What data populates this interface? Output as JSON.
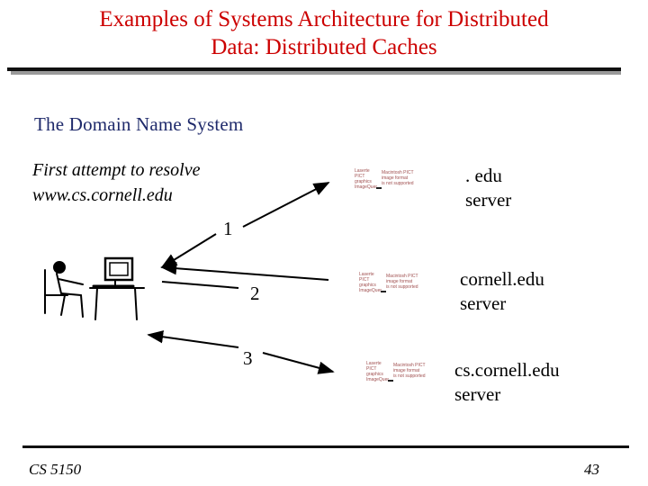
{
  "slide": {
    "title_line1": "Examples of Systems Architecture for Distributed",
    "title_line2": "Data: Distributed Caches",
    "subtitle": "The Domain Name System",
    "caption_line1": "First attempt to resolve",
    "caption_line2": "www.cs.cornell.edu",
    "accent_color": "#cc0000"
  },
  "diagram": {
    "servers": [
      {
        "label_line1": ". edu",
        "label_line2": "server"
      },
      {
        "label_line1": "cornell.edu",
        "label_line2": "server"
      },
      {
        "label_line1": "cs.cornell.edu",
        "label_line2": "server"
      }
    ],
    "steps": [
      "1",
      "2",
      "3"
    ],
    "placeholder_image": {
      "left_line1": "Laserte PICT",
      "left_line2": "graphics",
      "left_line3": "ImageQuer",
      "right_line1": "Macintosh PICT",
      "right_line2": "image format",
      "right_line3": "is not supported"
    },
    "client_icon": "person-at-computer-icon"
  },
  "footer": {
    "course": "CS 5150",
    "page_number": "43"
  }
}
